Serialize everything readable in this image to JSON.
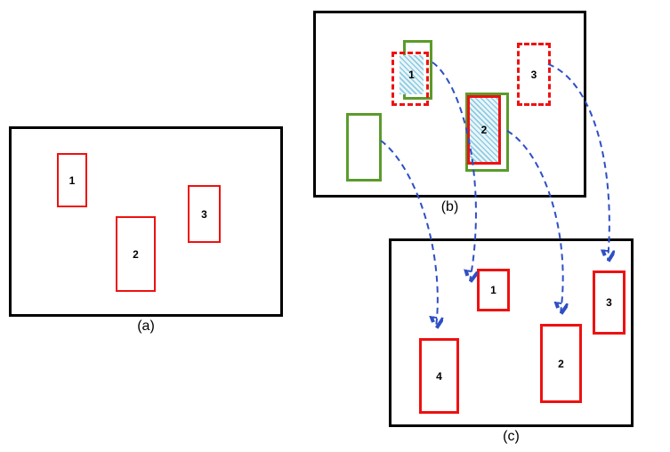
{
  "figure": {
    "panels": {
      "a": {
        "caption": "(a)",
        "boxes": {
          "b1": "1",
          "b2": "2",
          "b3": "3"
        }
      },
      "b": {
        "caption": "(b)",
        "boxes": {
          "b1": "1",
          "b2": "2",
          "b3": "3"
        }
      },
      "c": {
        "caption": "(c)",
        "boxes": {
          "b1": "1",
          "b2": "2",
          "b3": "3",
          "b4": "4"
        }
      }
    },
    "colors": {
      "detection_red": "#ee1111",
      "groundtruth_green": "#5b9b2b",
      "association_blue": "#2e4fc4",
      "hatch_fill": "#8fcbe0",
      "panel_border": "#000000"
    },
    "associations": [
      {
        "from": "panel-b-box-1",
        "to": "panel-c-box-1"
      },
      {
        "from": "panel-b-green-empty-box",
        "to": "panel-c-box-4"
      },
      {
        "from": "panel-b-box-2",
        "to": "panel-c-box-2"
      },
      {
        "from": "panel-b-box-3",
        "to": "panel-c-box-3"
      }
    ]
  }
}
